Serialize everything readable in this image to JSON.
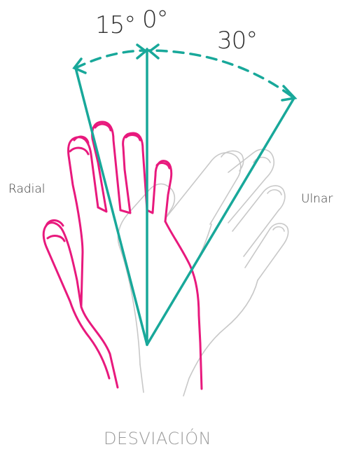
{
  "diagram": {
    "angles": {
      "radial_deg": "15°",
      "neutral_deg": "0°",
      "ulnar_deg": "30°"
    },
    "labels": {
      "left": "Radial",
      "right": "Ulnar"
    },
    "caption": "DESVIACIÓN",
    "colors": {
      "axis": "#18a89a",
      "hand_active": "#e8197d",
      "hand_ghost": "#c8c8c8"
    }
  }
}
